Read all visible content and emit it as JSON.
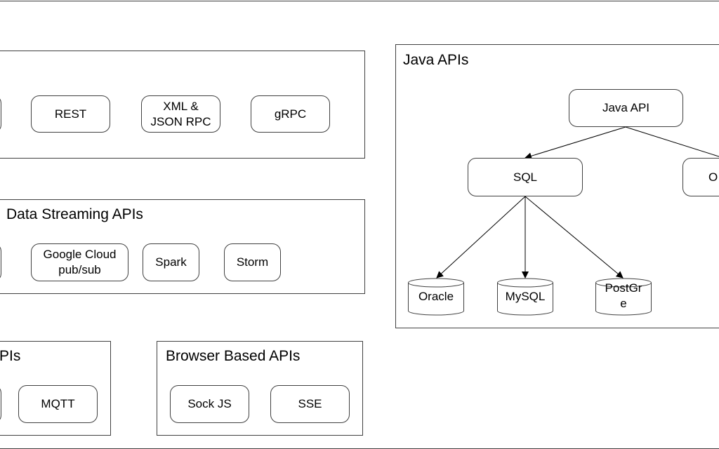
{
  "panels": {
    "rpc": {
      "title": ""
    },
    "streaming": {
      "title": "Data Streaming APIs"
    },
    "messaging": {
      "title": "PIs"
    },
    "browser": {
      "title": "Browser Based APIs"
    },
    "java": {
      "title": "Java APIs"
    }
  },
  "rpc_nodes": [
    "REST",
    "XML &\nJSON RPC",
    "gRPC"
  ],
  "streaming_nodes": [
    "Google Cloud\npub/sub",
    "Spark",
    "Storm"
  ],
  "messaging_nodes": [
    "MQTT"
  ],
  "browser_nodes": [
    "Sock JS",
    "SSE"
  ],
  "java_tree": {
    "root": "Java API",
    "children": [
      "SQL",
      "O"
    ],
    "databases": [
      "Oracle",
      "MySQL",
      "PostGr\ne"
    ]
  },
  "colors": {
    "line": "#404040",
    "background": "#ffffff"
  }
}
